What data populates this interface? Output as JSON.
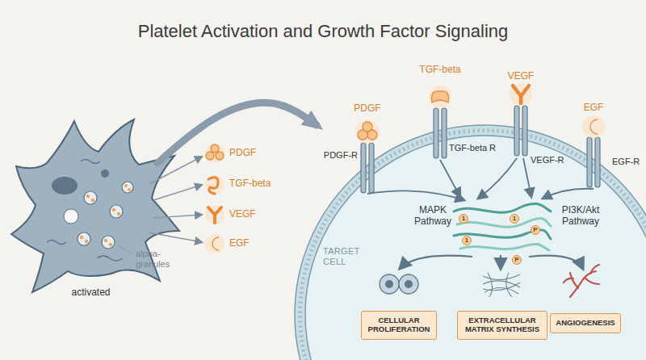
{
  "diagram": {
    "title": "Platelet Activation and Growth Factor Signaling",
    "nodes": [
      {
        "text": [
          "activated"
        ]
      },
      {
        "text": [
          "TARGET CELL"
        ]
      },
      {
        "text": [
          "CELLULAR PROLIFERATION"
        ],
        "in": 1
      },
      {
        "text": [
          "EXTRACELLULAR MATRIX SYNTHESIS"
        ],
        "in": 1
      },
      {
        "text": [
          "ANGIOGENESIS"
        ],
        "in": 1
      }
    ],
    "edges": [
      {
        "from": 0,
        "to": 1,
        "arrow": "to"
      }
    ],
    "labels": [
      "PDGF",
      "TGF-beta",
      "VEGF",
      "EGF",
      "alpha-granules",
      "PDGF",
      "TGF-beta",
      "VEGF",
      "EGF",
      "PDGF-R",
      "TGF-beta R",
      "VEGF-R",
      "EGF-R",
      "MAPK Pathway",
      "PI3K/Akt Pathway",
      "1",
      "1",
      "P",
      "1",
      "P"
    ]
  }
}
